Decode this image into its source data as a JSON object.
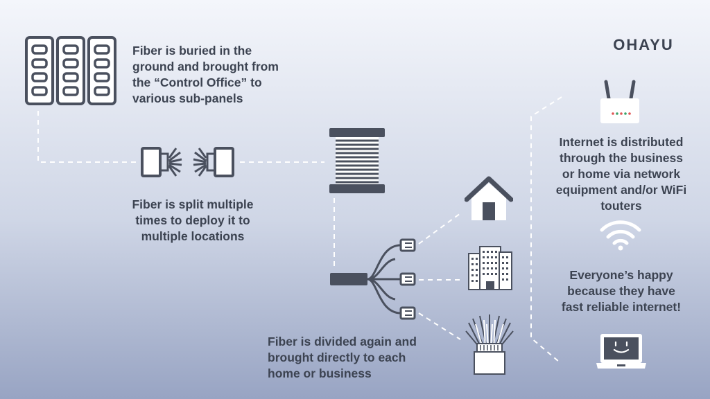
{
  "brand": {
    "name": "OHAYU"
  },
  "steps": {
    "buried": "Fiber is buried in the\nground and brought from\nthe “Control Office” to\nvarious sub-panels",
    "split": "Fiber is split multiple\ntimes to deploy it to\nmultiple locations",
    "divided": "Fiber is divided again and\nbrought directly to each\nhome or business",
    "distributed": "Internet is distributed\nthrough the business\nor home via network\nequipment and/or WiFi\ntouters",
    "happy": "Everyone’s happy\nbecause they have\nfast reliable internet!"
  },
  "icons": {
    "server_rack": "server-rack-icon",
    "connector": "fiber-connector-icon",
    "spool": "fiber-spool-icon",
    "splitter": "fiber-splitter-icon",
    "house": "house-icon",
    "building": "office-building-icon",
    "bundle": "fiber-bundle-icon",
    "router": "router-icon",
    "wifi": "wifi-icon",
    "laptop": "happy-laptop-icon"
  },
  "colors": {
    "icon_dark": "#4a505e",
    "icon_light": "#ffffff",
    "line": "#ffffff",
    "text": "#3c4351"
  }
}
